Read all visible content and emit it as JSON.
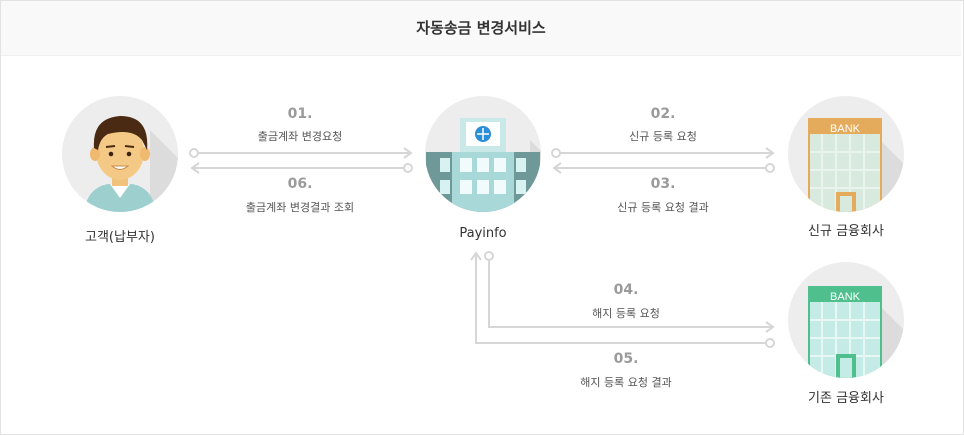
{
  "header": {
    "title": "자동송금 변경서비스"
  },
  "nodes": {
    "customer": {
      "label": "고객(납부자)"
    },
    "payinfo": {
      "label": "Payinfo"
    },
    "new_bank": {
      "label": "신규 금융회사",
      "sign": "BANK",
      "color": "#e4ab5c"
    },
    "old_bank": {
      "label": "기존 금융회사",
      "sign": "BANK",
      "color": "#4fc08d"
    }
  },
  "steps": [
    {
      "num": "01.",
      "label": "출금계좌 변경요청"
    },
    {
      "num": "06.",
      "label": "출금계좌 변경결과 조회"
    },
    {
      "num": "02.",
      "label": "신규 등록 요청"
    },
    {
      "num": "03.",
      "label": "신규 등록 요청 결과"
    },
    {
      "num": "04.",
      "label": "해지 등록 요청"
    },
    {
      "num": "05.",
      "label": "해지 등록 요청 결과"
    }
  ]
}
